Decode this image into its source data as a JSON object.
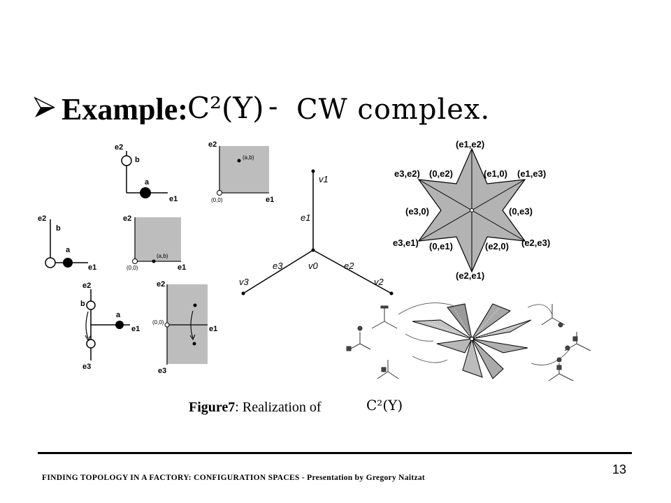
{
  "slide": {
    "heading": "Example:",
    "title_math": "C²(Y)",
    "title_dash": "-",
    "title_rest": "CW complex."
  },
  "panels": {
    "axis_e1": "e1",
    "axis_e2": "e2",
    "axis_e3": "e3",
    "label_a": "a",
    "label_b": "b",
    "point_ab": "(a,b)",
    "origin": "(0,0)"
  },
  "y_graph": {
    "v0": "v0",
    "v1": "v1",
    "v2": "v2",
    "v3": "v3",
    "e1": "e1",
    "e2": "e2",
    "e3": "e3"
  },
  "star": {
    "labels": [
      "(e1,e2)",
      "e3,e2)",
      "(0,e2)",
      "(e1,0)",
      "(e1,e3)",
      "(e3,0)",
      "(0,e3)",
      "e3,e1)",
      "(0,e1)",
      "(e2,0)",
      "(e2,e3)",
      "(e2,e1)"
    ]
  },
  "caption": {
    "bold": "Figure7",
    "text": ": Realization of",
    "math": "C²(Y)"
  },
  "footer": {
    "text": "FINDING TOPOLOGY IN A FACTORY: CONFIGURATION SPACES - Presentation by Gregory Naitzat",
    "page": "13"
  },
  "colors": {
    "panel_gray": "#bdbdbd",
    "star_gray": "#b3b3b3"
  }
}
